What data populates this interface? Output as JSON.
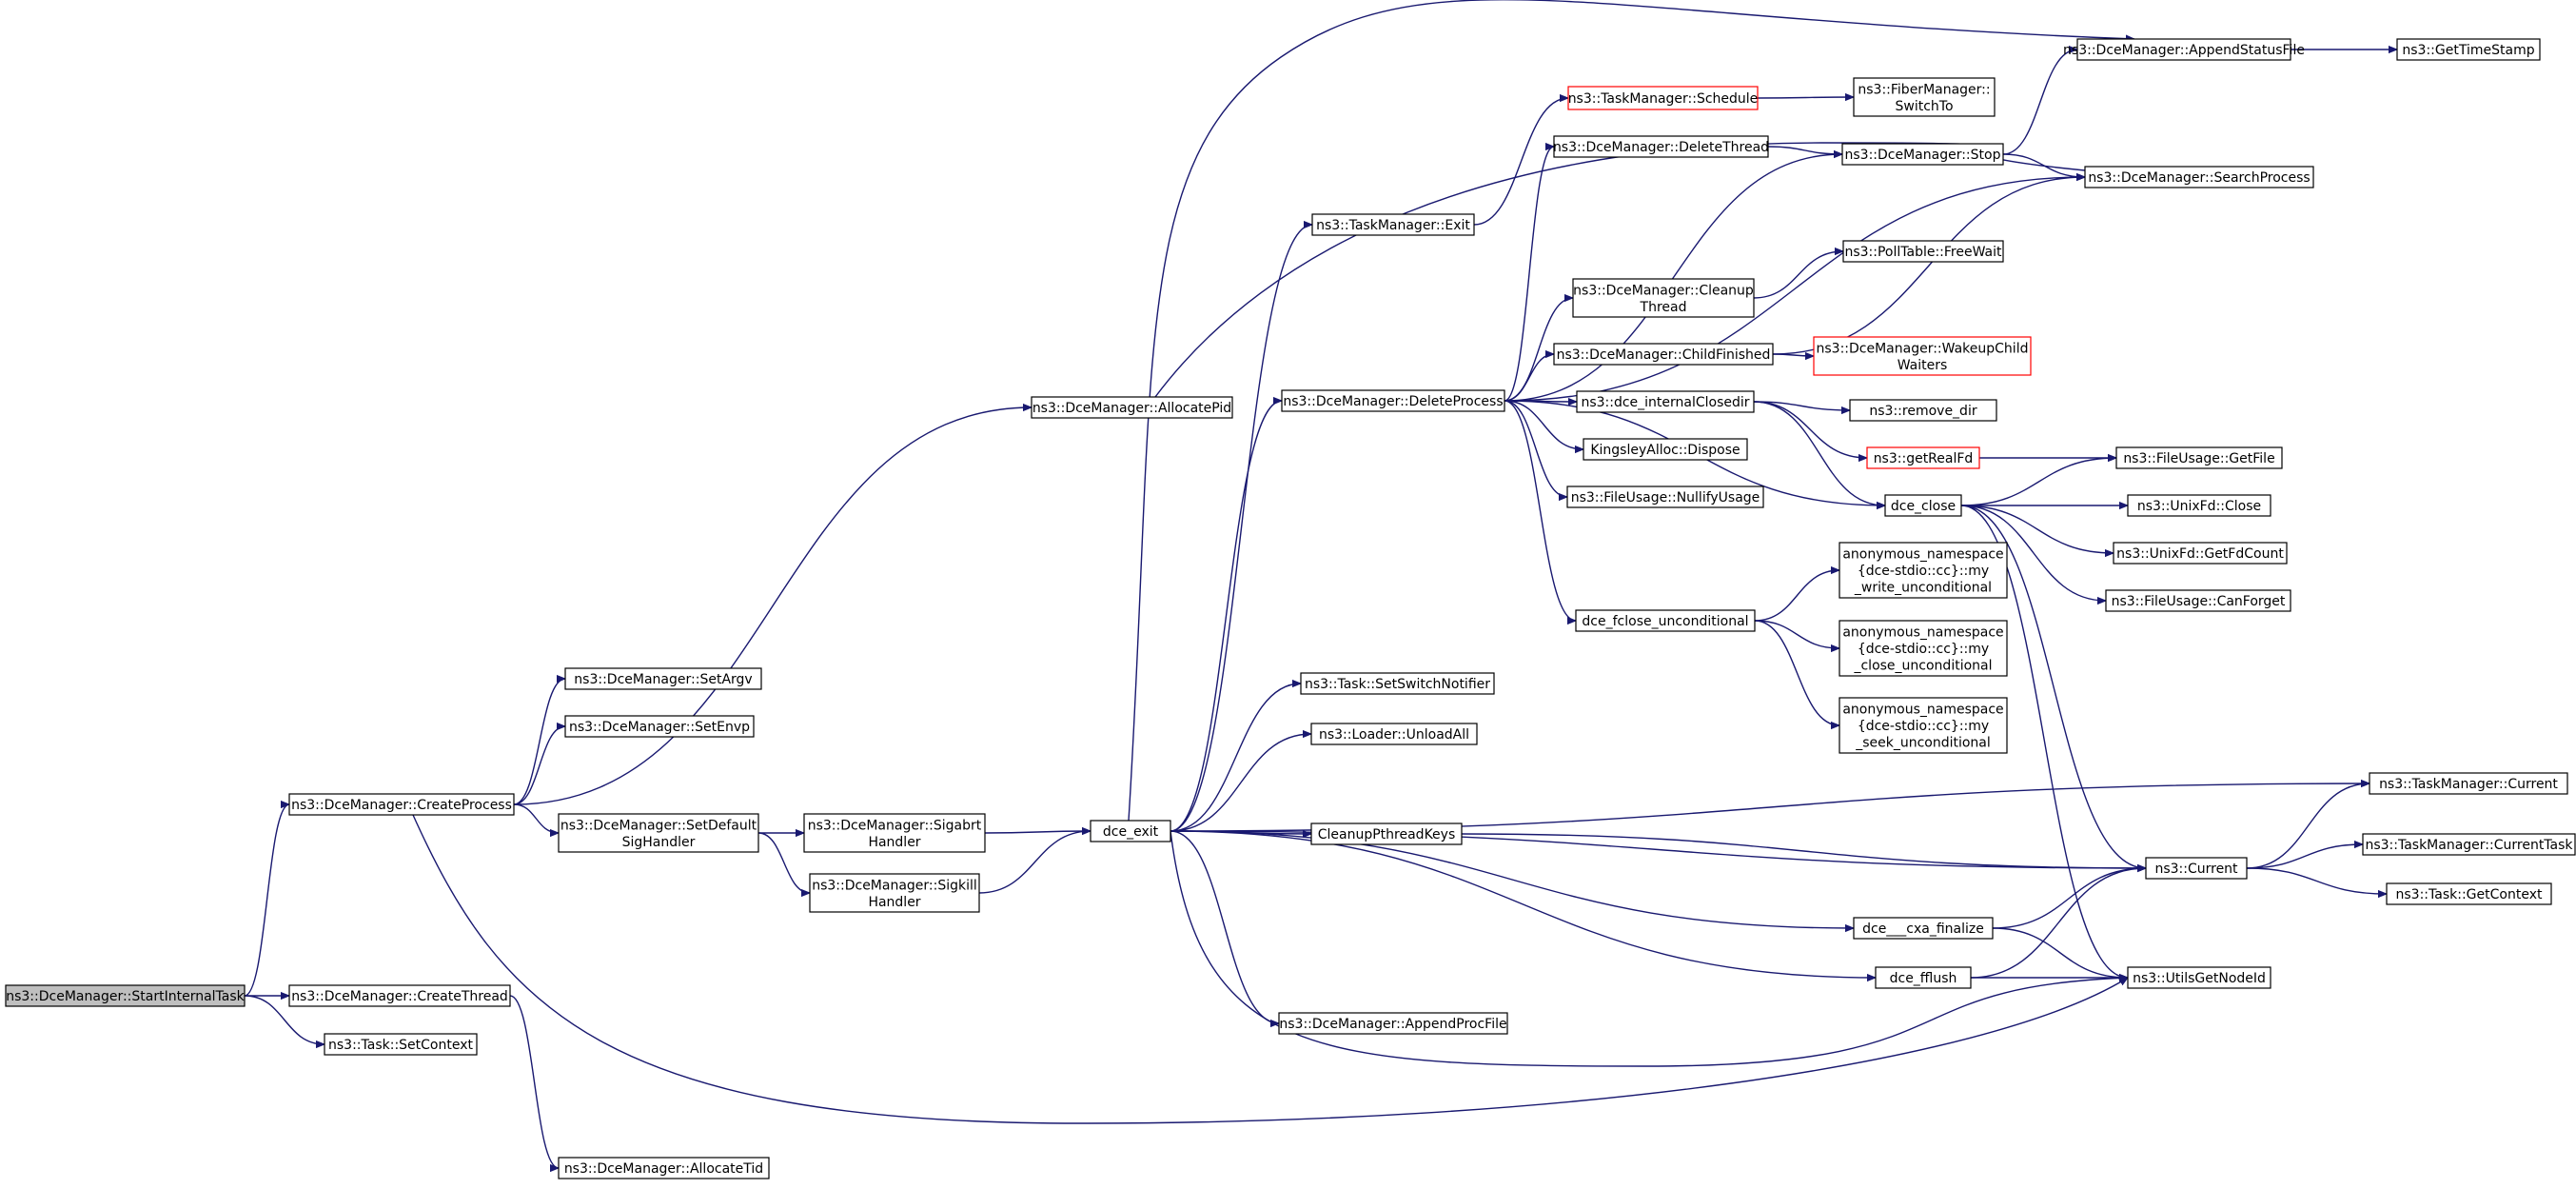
{
  "graph": {
    "title": "",
    "colors": {
      "edge": "#191970",
      "node_border": "#000000",
      "node_highlight_fill": "#bfbfbf",
      "node_truncated_border": "#ff0000"
    },
    "nodes": [
      {
        "id": "start",
        "lines": [
          "ns3::DceManager::StartInternalTask"
        ]
      },
      {
        "id": "createprocess",
        "lines": [
          "ns3::DceManager::CreateProcess"
        ]
      },
      {
        "id": "createthread",
        "lines": [
          "ns3::DceManager::CreateThread"
        ]
      },
      {
        "id": "setcontext",
        "lines": [
          "ns3::Task::SetContext"
        ]
      },
      {
        "id": "allocatetid",
        "lines": [
          "ns3::DceManager::AllocateTid"
        ]
      },
      {
        "id": "setargv",
        "lines": [
          "ns3::DceManager::SetArgv"
        ]
      },
      {
        "id": "setenvp",
        "lines": [
          "ns3::DceManager::SetEnvp"
        ]
      },
      {
        "id": "setdefaultsig",
        "lines": [
          "ns3::DceManager::SetDefault",
          "SigHandler"
        ]
      },
      {
        "id": "allocatepid",
        "lines": [
          "ns3::DceManager::AllocatePid"
        ]
      },
      {
        "id": "sigabrt",
        "lines": [
          "ns3::DceManager::Sigabrt",
          "Handler"
        ]
      },
      {
        "id": "sigkill",
        "lines": [
          "ns3::DceManager::Sigkill",
          "Handler"
        ]
      },
      {
        "id": "dceexit",
        "lines": [
          "dce_exit"
        ]
      },
      {
        "id": "tmexit",
        "lines": [
          "ns3::TaskManager::Exit"
        ]
      },
      {
        "id": "deleteprocess",
        "lines": [
          "ns3::DceManager::DeleteProcess"
        ]
      },
      {
        "id": "setswitchnotifier",
        "lines": [
          "ns3::Task::SetSwitchNotifier"
        ]
      },
      {
        "id": "unloadall",
        "lines": [
          "ns3::Loader::UnloadAll"
        ]
      },
      {
        "id": "cleanuppthreadkeys",
        "lines": [
          "CleanupPthreadKeys"
        ]
      },
      {
        "id": "appendprocfile",
        "lines": [
          "ns3::DceManager::AppendProcFile"
        ]
      },
      {
        "id": "schedule",
        "lines": [
          "ns3::TaskManager::Schedule"
        ]
      },
      {
        "id": "deletethread",
        "lines": [
          "ns3::DceManager::DeleteThread"
        ]
      },
      {
        "id": "cleanupthread",
        "lines": [
          "ns3::DceManager::Cleanup",
          "Thread"
        ]
      },
      {
        "id": "childfinished",
        "lines": [
          "ns3::DceManager::ChildFinished"
        ]
      },
      {
        "id": "internalclosedir",
        "lines": [
          "ns3::dce_internalClosedir"
        ]
      },
      {
        "id": "kingsley",
        "lines": [
          "KingsleyAlloc::Dispose"
        ]
      },
      {
        "id": "nullifyusage",
        "lines": [
          "ns3::FileUsage::NullifyUsage"
        ]
      },
      {
        "id": "fcloseuncond",
        "lines": [
          "dce_fclose_unconditional"
        ]
      },
      {
        "id": "cxafinalize",
        "lines": [
          "dce___cxa_finalize"
        ]
      },
      {
        "id": "fflush",
        "lines": [
          "dce_fflush"
        ]
      },
      {
        "id": "switchto",
        "lines": [
          "ns3::FiberManager::",
          "SwitchTo"
        ]
      },
      {
        "id": "stop",
        "lines": [
          "ns3::DceManager::Stop"
        ]
      },
      {
        "id": "freewait",
        "lines": [
          "ns3::PollTable::FreeWait"
        ]
      },
      {
        "id": "wakeupchild",
        "lines": [
          "ns3::DceManager::WakeupChild",
          "Waiters"
        ]
      },
      {
        "id": "removedir",
        "lines": [
          "ns3::remove_dir"
        ]
      },
      {
        "id": "getrealfd",
        "lines": [
          "ns3::getRealFd"
        ]
      },
      {
        "id": "dceclose",
        "lines": [
          "dce_close"
        ]
      },
      {
        "id": "mywrite",
        "lines": [
          "anonymous_namespace",
          "{dce-stdio::cc}::my",
          "_write_unconditional"
        ]
      },
      {
        "id": "myclose",
        "lines": [
          "anonymous_namespace",
          "{dce-stdio::cc}::my",
          "_close_unconditional"
        ]
      },
      {
        "id": "myseek",
        "lines": [
          "anonymous_namespace",
          "{dce-stdio::cc}::my",
          "_seek_unconditional"
        ]
      },
      {
        "id": "appendstatus",
        "lines": [
          "ns3::DceManager::AppendStatusFile"
        ]
      },
      {
        "id": "searchprocess",
        "lines": [
          "ns3::DceManager::SearchProcess"
        ]
      },
      {
        "id": "getfile",
        "lines": [
          "ns3::FileUsage::GetFile"
        ]
      },
      {
        "id": "unixclose",
        "lines": [
          "ns3::UnixFd::Close"
        ]
      },
      {
        "id": "getfdcount",
        "lines": [
          "ns3::UnixFd::GetFdCount"
        ]
      },
      {
        "id": "canforget",
        "lines": [
          "ns3::FileUsage::CanForget"
        ]
      },
      {
        "id": "current",
        "lines": [
          "ns3::Current"
        ]
      },
      {
        "id": "utilsgetnodeid",
        "lines": [
          "ns3::UtilsGetNodeId"
        ]
      },
      {
        "id": "gettimestamp",
        "lines": [
          "ns3::GetTimeStamp"
        ]
      },
      {
        "id": "tmcurrent",
        "lines": [
          "ns3::TaskManager::Current"
        ]
      },
      {
        "id": "tmcurrenttask",
        "lines": [
          "ns3::TaskManager::CurrentTask"
        ]
      },
      {
        "id": "getcontext",
        "lines": [
          "ns3::Task::GetContext"
        ]
      }
    ]
  }
}
